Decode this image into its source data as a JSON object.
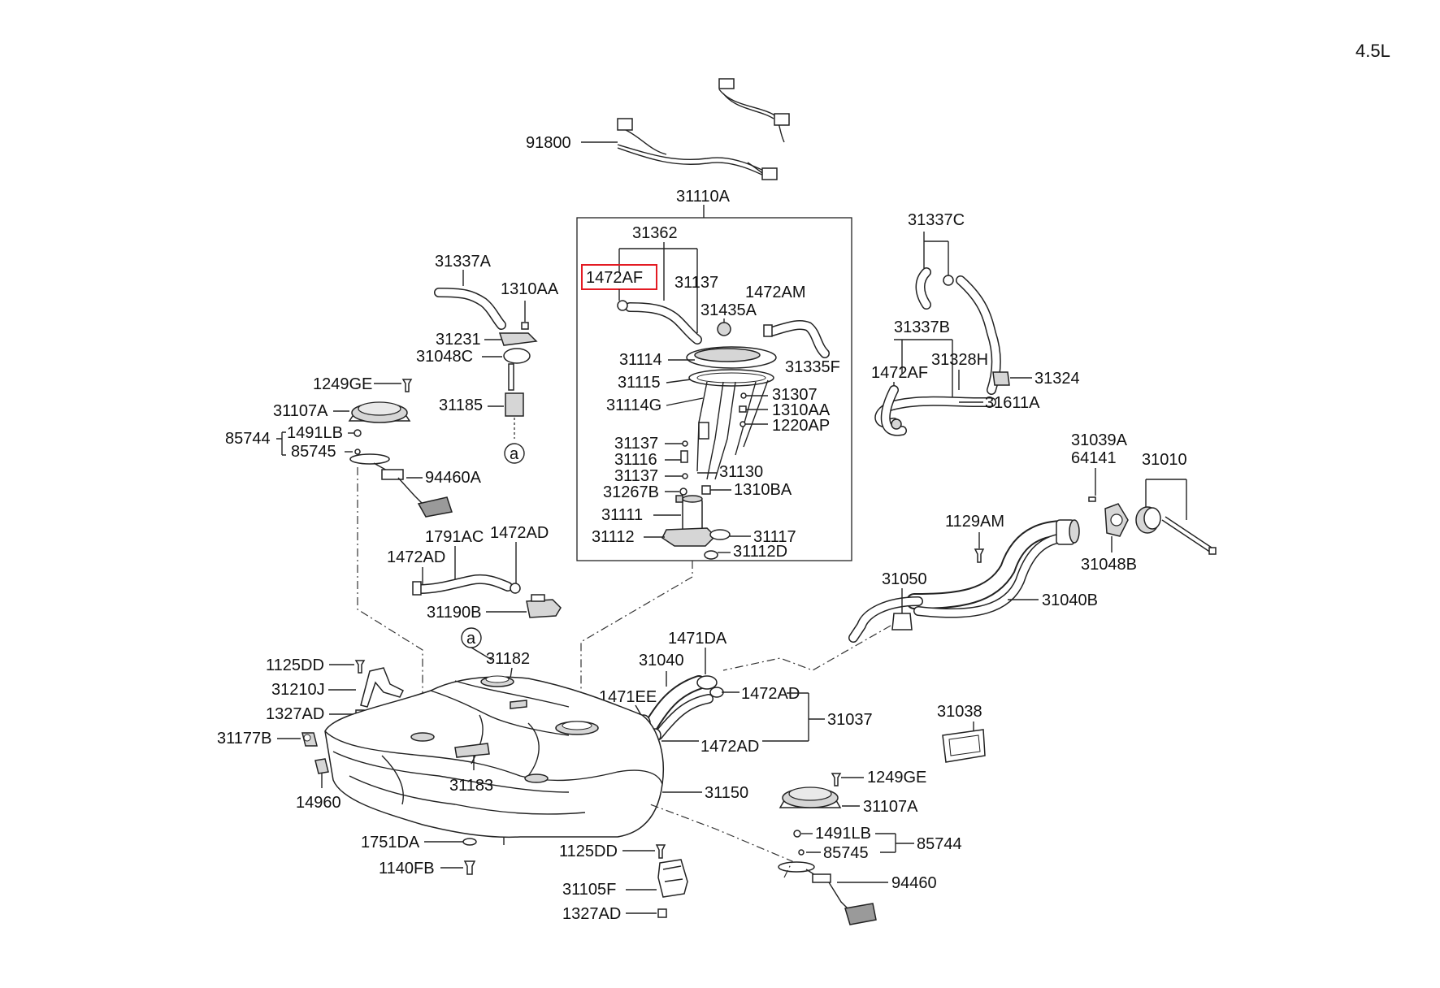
{
  "engine_label": "4.5L",
  "highlight_color": "#e31b23",
  "highlighted_part": "1472AF",
  "circle_ref": "a",
  "parts": {
    "p91800": "91800",
    "p31110A": "31110A",
    "p31362": "31362",
    "p1472AF_hl": "1472AF",
    "p31137_top": "31137",
    "p1472AM": "1472AM",
    "p31435A": "31435A",
    "p31335F": "31335F",
    "p31114": "31114",
    "p31115": "31115",
    "p31307": "31307",
    "p31114G": "31114G",
    "p1310AA_in": "1310AA",
    "p1220AP": "1220AP",
    "p31137_b": "31137",
    "p31116": "31116",
    "p31130": "31130",
    "p31137_c": "31137",
    "p31267B": "31267B",
    "p1310BA": "1310BA",
    "p31111": "31111",
    "p31112": "31112",
    "p31117": "31117",
    "p31112D": "31112D",
    "p31337A": "31337A",
    "p1310AA": "1310AA",
    "p31231": "31231",
    "p31048C": "31048C",
    "p31185": "31185",
    "p1249GE_l": "1249GE",
    "p31107A_l": "31107A",
    "p85744_l": "85744",
    "p1491LB_l": "1491LB",
    "p85745_l": "85745",
    "p94460A": "94460A",
    "p1791AC": "1791AC",
    "p1472AD_a": "1472AD",
    "p1472AD_b": "1472AD",
    "p31190B": "31190B",
    "p31337C": "31337C",
    "p31337B": "31337B",
    "p31328H": "31328H",
    "p1472AF_r": "1472AF",
    "p31324": "31324",
    "p31611A": "31611A",
    "p31039A": "31039A",
    "p64141": "64141",
    "p31010": "31010",
    "p1129AM": "1129AM",
    "p31048B": "31048B",
    "p31050": "31050",
    "p31040B": "31040B",
    "p1471DA": "1471DA",
    "p31040": "31040",
    "p1471EE": "1471EE",
    "p1472AD_c": "1472AD",
    "p31037": "31037",
    "p1472AD_d": "1472AD",
    "p31038": "31038",
    "p1125DD_t": "1125DD",
    "p31182": "31182",
    "p31210J": "31210J",
    "p1327AD_t": "1327AD",
    "p31177B": "31177B",
    "p31183": "31183",
    "p31150": "31150",
    "p14960": "14960",
    "p1249GE_r": "1249GE",
    "p31107A_r": "31107A",
    "p1491LB_r": "1491LB",
    "p85745_r": "85745",
    "p85744_r": "85744",
    "p1751DA": "1751DA",
    "p1125DD_b": "1125DD",
    "p1140FB": "1140FB",
    "p31105F": "31105F",
    "p94460": "94460",
    "p1327AD_b": "1327AD"
  }
}
